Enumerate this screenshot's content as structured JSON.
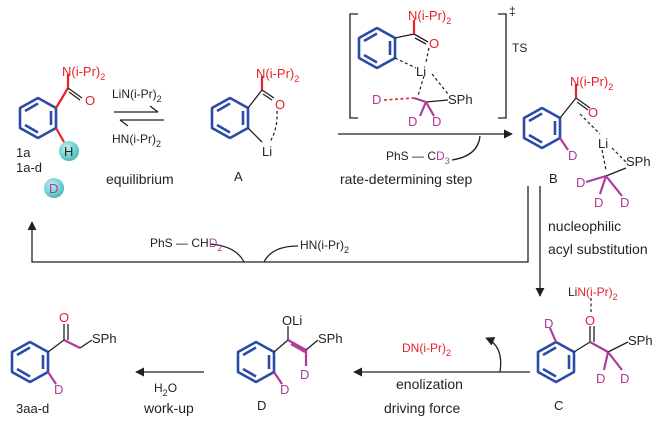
{
  "labels": {
    "n_ipr2": "N(i-Pr)",
    "sub2": "2",
    "o": "O",
    "h": "H",
    "d": "D",
    "li": "Li",
    "sph": "SPh",
    "oli": "OLi",
    "ts": "TS",
    "dagger": "‡",
    "c": "C",
    "d3": "D3"
  },
  "compounds": {
    "sm_1a": "1a",
    "sm_1ad": "1a-d",
    "int_a": "A",
    "int_b": "B",
    "int_c": "C",
    "int_d": "D",
    "product": "3aa-d"
  },
  "reagents": {
    "lda": "LiN(i-Pr)",
    "hn_top": "HN(i-Pr)",
    "phs_cd3_1": "PhS",
    "phs_cd3_2": "C",
    "phs_cd3_3": "D",
    "phs_cd3_4": "3",
    "phs_chd2_1": "PhS",
    "phs_chd2_2": "CH",
    "phs_chd2_3": "D",
    "phs_chd2_4": "2",
    "hn_return": "HN(i-Pr)",
    "dn": "DN(i-Pr)",
    "lin": "LiN(i-Pr)",
    "water_1": "H",
    "water_2": "2",
    "water_3": "O"
  },
  "steps": {
    "equilibrium": "equilibrium",
    "rds": "rate-determining step",
    "nas_1": "nucleophilic",
    "nas_2": "acyl substitution",
    "enolization": "enolization",
    "driving": "driving force",
    "workup": "work-up"
  }
}
